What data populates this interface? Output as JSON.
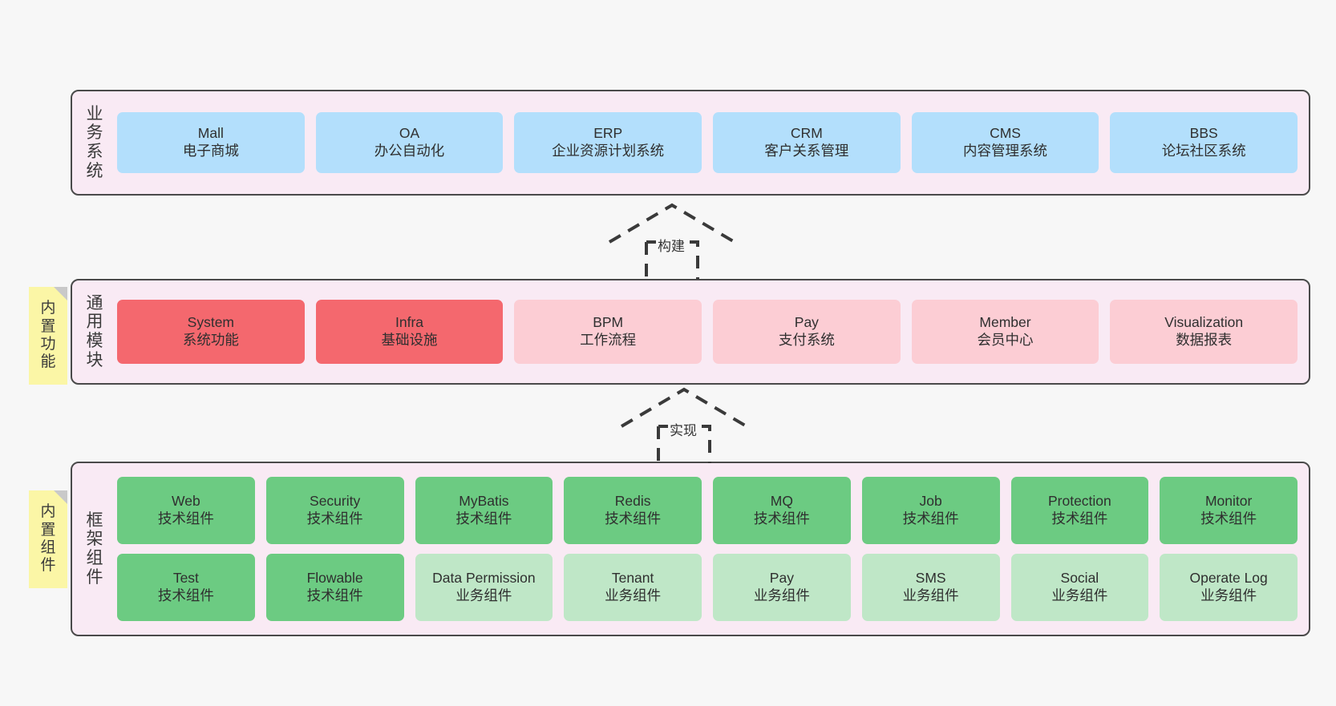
{
  "diagram": {
    "title_visible": false,
    "colors": {
      "canvas_bg": "#f7f7f7",
      "layer_bg": "#f9eaf4",
      "layer_border": "#4a4a4a",
      "business_node": "#b3dffc",
      "module_core": "#f4686e",
      "module_optional": "#fccdd4",
      "framework_tech": "#6ccb82",
      "framework_biz": "#bfe7c7",
      "sticky_note": "#fbf6a6",
      "sticky_fold": "#c9c9c9",
      "text": "#2f2f2f"
    }
  },
  "layers": [
    {
      "id": "business",
      "title_chars": [
        "业",
        "务",
        "系",
        "统"
      ],
      "rows": [
        {
          "nodes": [
            {
              "en": "Mall",
              "cn": "电子商城",
              "style": "c-blue"
            },
            {
              "en": "OA",
              "cn": "办公自动化",
              "style": "c-blue"
            },
            {
              "en": "ERP",
              "cn": "企业资源计划系统",
              "style": "c-blue"
            },
            {
              "en": "CRM",
              "cn": "客户关系管理",
              "style": "c-blue"
            },
            {
              "en": "CMS",
              "cn": "内容管理系统",
              "style": "c-blue"
            },
            {
              "en": "BBS",
              "cn": "论坛社区系统",
              "style": "c-blue"
            }
          ]
        }
      ]
    },
    {
      "id": "modules",
      "title_chars": [
        "通",
        "用",
        "模",
        "块"
      ],
      "rows": [
        {
          "nodes": [
            {
              "en": "System",
              "cn": "系统功能",
              "style": "c-red"
            },
            {
              "en": "Infra",
              "cn": "基础设施",
              "style": "c-red"
            },
            {
              "en": "BPM",
              "cn": "工作流程",
              "style": "c-pink"
            },
            {
              "en": "Pay",
              "cn": "支付系统",
              "style": "c-pink"
            },
            {
              "en": "Member",
              "cn": "会员中心",
              "style": "c-pink"
            },
            {
              "en": "Visualization",
              "cn": "数据报表",
              "style": "c-pink"
            }
          ]
        }
      ]
    },
    {
      "id": "framework",
      "title_chars": [
        "框",
        "架",
        "组",
        "件"
      ],
      "rows": [
        {
          "nodes": [
            {
              "en": "Web",
              "cn": "技术组件",
              "style": "c-green"
            },
            {
              "en": "Security",
              "cn": "技术组件",
              "style": "c-green"
            },
            {
              "en": "MyBatis",
              "cn": "技术组件",
              "style": "c-green"
            },
            {
              "en": "Redis",
              "cn": "技术组件",
              "style": "c-green"
            },
            {
              "en": "MQ",
              "cn": "技术组件",
              "style": "c-green"
            },
            {
              "en": "Job",
              "cn": "技术组件",
              "style": "c-green"
            },
            {
              "en": "Protection",
              "cn": "技术组件",
              "style": "c-green"
            },
            {
              "en": "Monitor",
              "cn": "技术组件",
              "style": "c-green"
            }
          ]
        },
        {
          "nodes": [
            {
              "en": "Test",
              "cn": "技术组件",
              "style": "c-green"
            },
            {
              "en": "Flowable",
              "cn": "技术组件",
              "style": "c-green"
            },
            {
              "en": "Data Permission",
              "cn": "业务组件",
              "style": "c-greenlight"
            },
            {
              "en": "Tenant",
              "cn": "业务组件",
              "style": "c-greenlight"
            },
            {
              "en": "Pay",
              "cn": "业务组件",
              "style": "c-greenlight"
            },
            {
              "en": "SMS",
              "cn": "业务组件",
              "style": "c-greenlight"
            },
            {
              "en": "Social",
              "cn": "业务组件",
              "style": "c-greenlight"
            },
            {
              "en": "Operate Log",
              "cn": "业务组件",
              "style": "c-greenlight"
            }
          ]
        }
      ]
    }
  ],
  "sticky_notes": [
    {
      "id": "modules",
      "chars": [
        "内",
        "置",
        "功",
        "能"
      ]
    },
    {
      "id": "framework",
      "chars": [
        "内",
        "置",
        "组",
        "件"
      ]
    }
  ],
  "connectors": [
    {
      "id": "build",
      "label": "构建",
      "from": "modules",
      "to": "business",
      "style": "dashed-generalization"
    },
    {
      "id": "impl",
      "label": "实现",
      "from": "framework",
      "to": "modules",
      "style": "dashed-generalization"
    }
  ]
}
